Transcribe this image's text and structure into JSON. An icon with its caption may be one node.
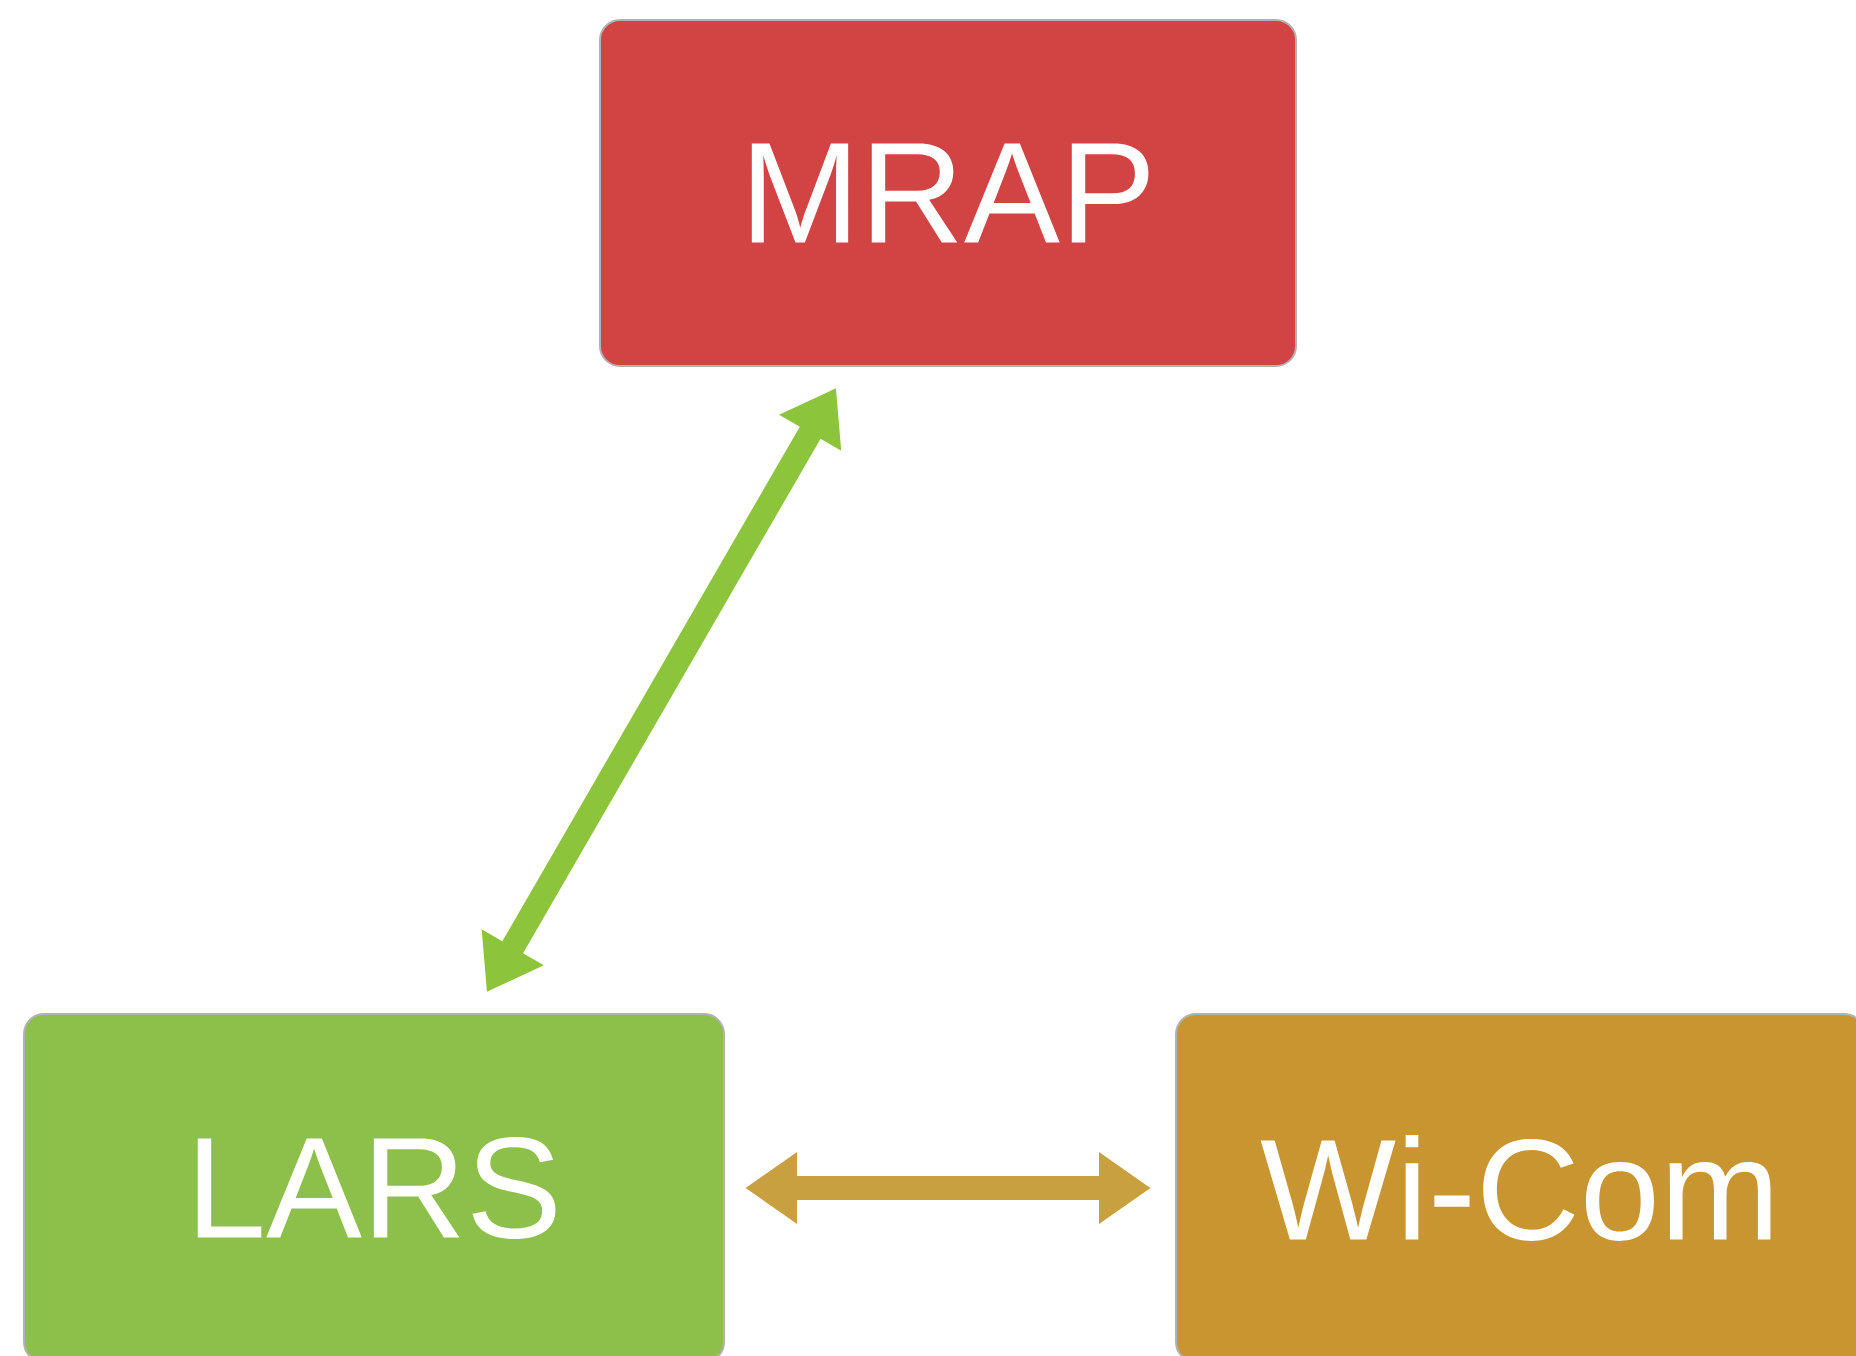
{
  "diagram": {
    "nodes": [
      {
        "text": [
          "MRAP"
        ]
      },
      {
        "text": [
          "LARS"
        ]
      },
      {
        "text": [
          "Wi-Com"
        ]
      }
    ],
    "edges": [
      {
        "from": 1,
        "to": 0,
        "arrow": "both",
        "color": "#8cc43c"
      },
      {
        "from": 1,
        "to": 2,
        "arrow": "both",
        "color": "#c8a040"
      }
    ]
  }
}
